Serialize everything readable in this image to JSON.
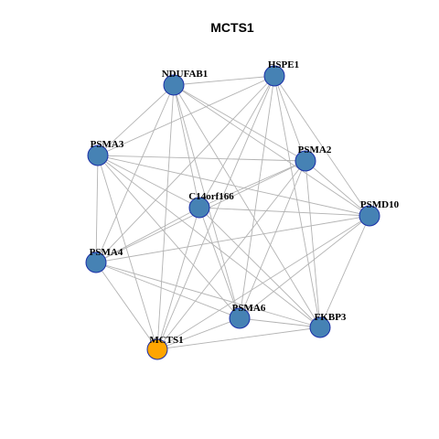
{
  "title": "MCTS1",
  "colors": {
    "node_fill": "#4682b4",
    "highlight_fill": "#ffa500",
    "node_stroke": "#1a2fa8",
    "edge": "#b3b3b3"
  },
  "nodes": [
    {
      "id": "NDUFAB1",
      "label": "NDUFAB1",
      "highlight": false
    },
    {
      "id": "HSPE1",
      "label": "HSPE1",
      "highlight": false
    },
    {
      "id": "PSMA3",
      "label": "PSMA3",
      "highlight": false
    },
    {
      "id": "PSMA2",
      "label": "PSMA2",
      "highlight": false
    },
    {
      "id": "C14orf166",
      "label": "C14orf166",
      "highlight": false
    },
    {
      "id": "PSMD10",
      "label": "PSMD10",
      "highlight": false
    },
    {
      "id": "PSMA4",
      "label": "PSMA4",
      "highlight": false
    },
    {
      "id": "PSMA6",
      "label": "PSMA6",
      "highlight": false
    },
    {
      "id": "FKBP3",
      "label": "FKBP3",
      "highlight": false
    },
    {
      "id": "MCTS1",
      "label": "MCTS1",
      "highlight": true
    }
  ],
  "edges": [
    [
      "NDUFAB1",
      "HSPE1"
    ],
    [
      "NDUFAB1",
      "PSMA3"
    ],
    [
      "NDUFAB1",
      "PSMA2"
    ],
    [
      "NDUFAB1",
      "C14orf166"
    ],
    [
      "NDUFAB1",
      "PSMD10"
    ],
    [
      "NDUFAB1",
      "PSMA4"
    ],
    [
      "NDUFAB1",
      "PSMA6"
    ],
    [
      "NDUFAB1",
      "FKBP3"
    ],
    [
      "NDUFAB1",
      "MCTS1"
    ],
    [
      "HSPE1",
      "PSMA3"
    ],
    [
      "HSPE1",
      "PSMA2"
    ],
    [
      "HSPE1",
      "C14orf166"
    ],
    [
      "HSPE1",
      "PSMD10"
    ],
    [
      "HSPE1",
      "PSMA4"
    ],
    [
      "HSPE1",
      "PSMA6"
    ],
    [
      "HSPE1",
      "FKBP3"
    ],
    [
      "HSPE1",
      "MCTS1"
    ],
    [
      "PSMA3",
      "PSMA2"
    ],
    [
      "PSMA3",
      "C14orf166"
    ],
    [
      "PSMA3",
      "PSMD10"
    ],
    [
      "PSMA3",
      "PSMA4"
    ],
    [
      "PSMA3",
      "PSMA6"
    ],
    [
      "PSMA3",
      "FKBP3"
    ],
    [
      "PSMA3",
      "MCTS1"
    ],
    [
      "PSMA2",
      "C14orf166"
    ],
    [
      "PSMA2",
      "PSMD10"
    ],
    [
      "PSMA2",
      "PSMA4"
    ],
    [
      "PSMA2",
      "PSMA6"
    ],
    [
      "PSMA2",
      "FKBP3"
    ],
    [
      "PSMA2",
      "MCTS1"
    ],
    [
      "C14orf166",
      "PSMD10"
    ],
    [
      "C14orf166",
      "PSMA4"
    ],
    [
      "C14orf166",
      "PSMA6"
    ],
    [
      "C14orf166",
      "FKBP3"
    ],
    [
      "C14orf166",
      "MCTS1"
    ],
    [
      "PSMD10",
      "PSMA4"
    ],
    [
      "PSMD10",
      "PSMA6"
    ],
    [
      "PSMD10",
      "FKBP3"
    ],
    [
      "PSMD10",
      "MCTS1"
    ],
    [
      "PSMA4",
      "PSMA6"
    ],
    [
      "PSMA4",
      "FKBP3"
    ],
    [
      "PSMA4",
      "MCTS1"
    ],
    [
      "PSMA6",
      "FKBP3"
    ],
    [
      "PSMA6",
      "MCTS1"
    ],
    [
      "FKBP3",
      "MCTS1"
    ]
  ]
}
